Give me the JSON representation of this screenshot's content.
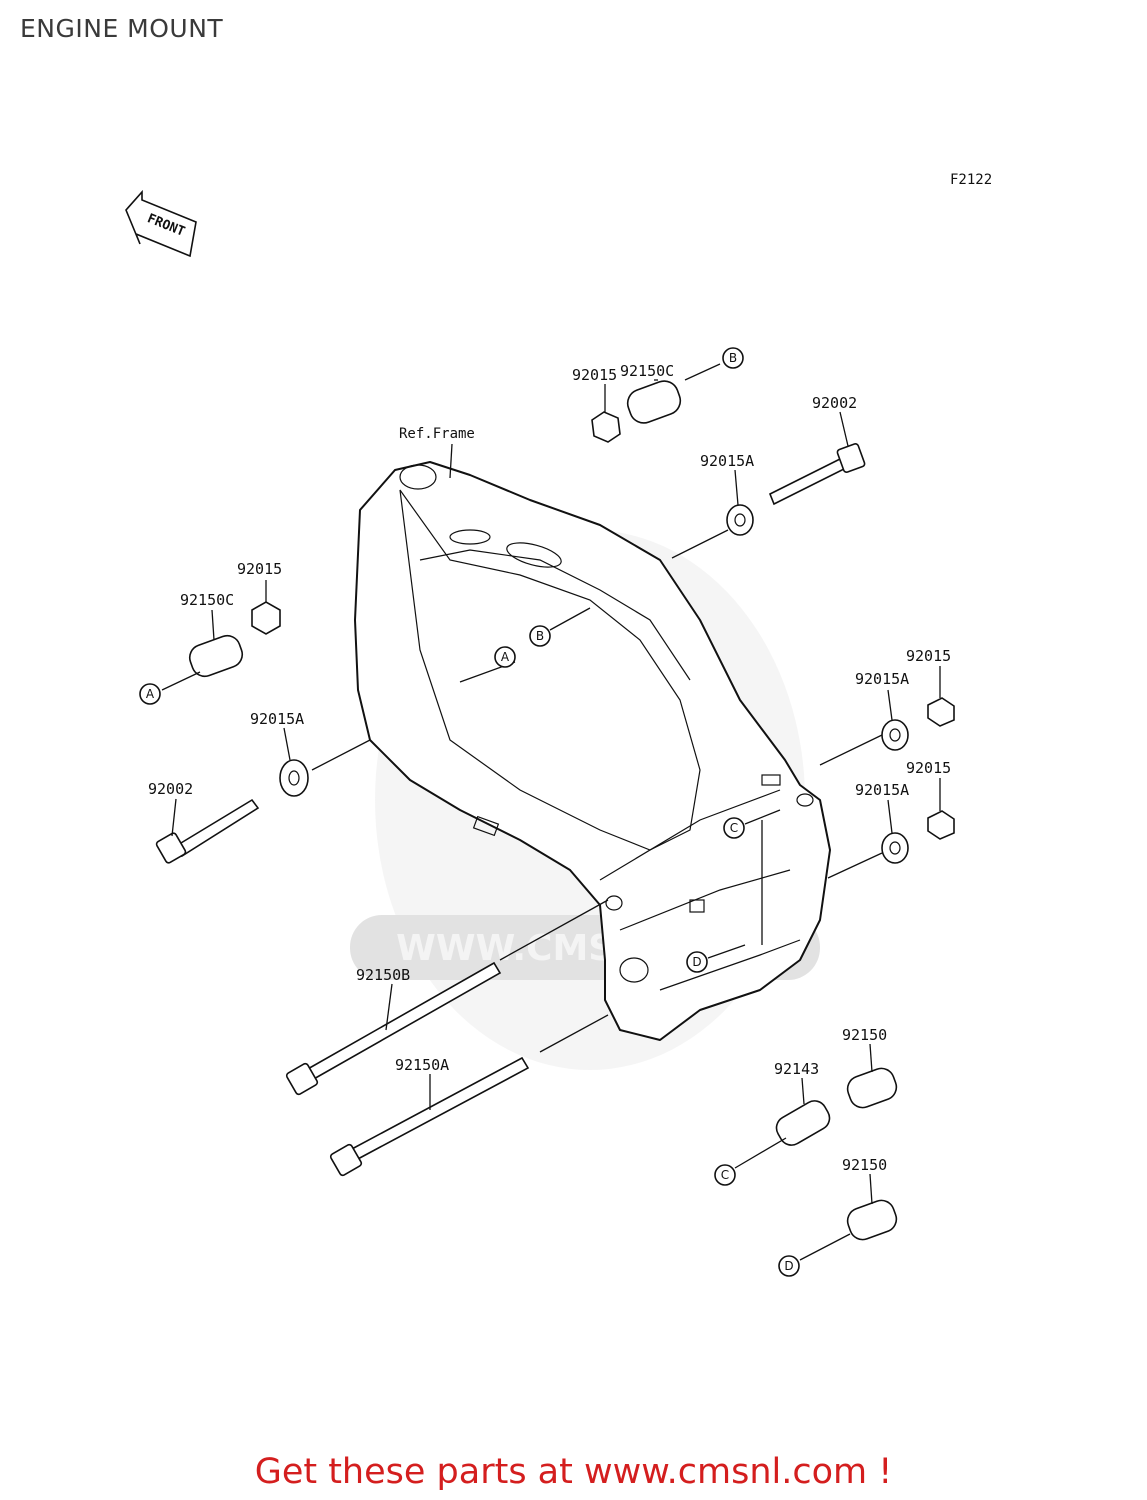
{
  "title": "ENGINE MOUNT",
  "figure_code": "F2122",
  "front_label": "FRONT",
  "ref_frame_label": "Ref.Frame",
  "watermark_text": "WWW.CMSNL.COM",
  "footer_text": "Get these parts at www.cmsnl.com !",
  "colors": {
    "footer": "#d41e1e",
    "title": "#3a3a3a",
    "lines": "#111111"
  },
  "parts": [
    {
      "key": "p1",
      "number": "92150C"
    },
    {
      "key": "p2",
      "number": "92015"
    },
    {
      "key": "p3",
      "number": "92002"
    },
    {
      "key": "p4",
      "number": "92015A"
    },
    {
      "key": "p5",
      "number": "92015"
    },
    {
      "key": "p6",
      "number": "92150C"
    },
    {
      "key": "p7",
      "number": "92015A"
    },
    {
      "key": "p8",
      "number": "92002"
    },
    {
      "key": "p9",
      "number": "92015"
    },
    {
      "key": "p10",
      "number": "92015A"
    },
    {
      "key": "p11",
      "number": "92015"
    },
    {
      "key": "p12",
      "number": "92015A"
    },
    {
      "key": "p13",
      "number": "92150B"
    },
    {
      "key": "p14",
      "number": "92150A"
    },
    {
      "key": "p15",
      "number": "92150"
    },
    {
      "key": "p16",
      "number": "92143"
    },
    {
      "key": "p17",
      "number": "92150"
    }
  ],
  "markers": [
    "A",
    "B",
    "C",
    "D"
  ]
}
